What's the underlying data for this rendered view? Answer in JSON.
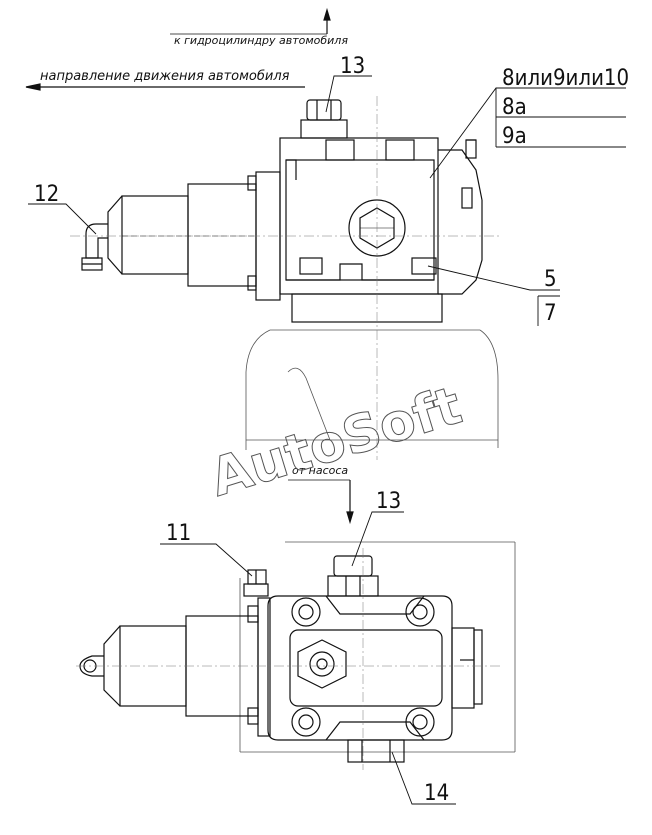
{
  "annotations": {
    "to_cylinder": "к гидроцилиндру автомобиля",
    "direction": "направление движения автомобиля",
    "from_pump": "от насоса"
  },
  "callouts": {
    "c13_top": "13",
    "c12": "12",
    "c8_9_10": "8или9или10",
    "c8a": "8а",
    "c9a": "9а",
    "c5": "5",
    "c7": "7",
    "c11": "11",
    "c13_bottom": "13",
    "c14": "14"
  },
  "watermark": "AutoSoft",
  "colors": {
    "line": "#111111",
    "thin": "#555555",
    "background": "#ffffff"
  }
}
